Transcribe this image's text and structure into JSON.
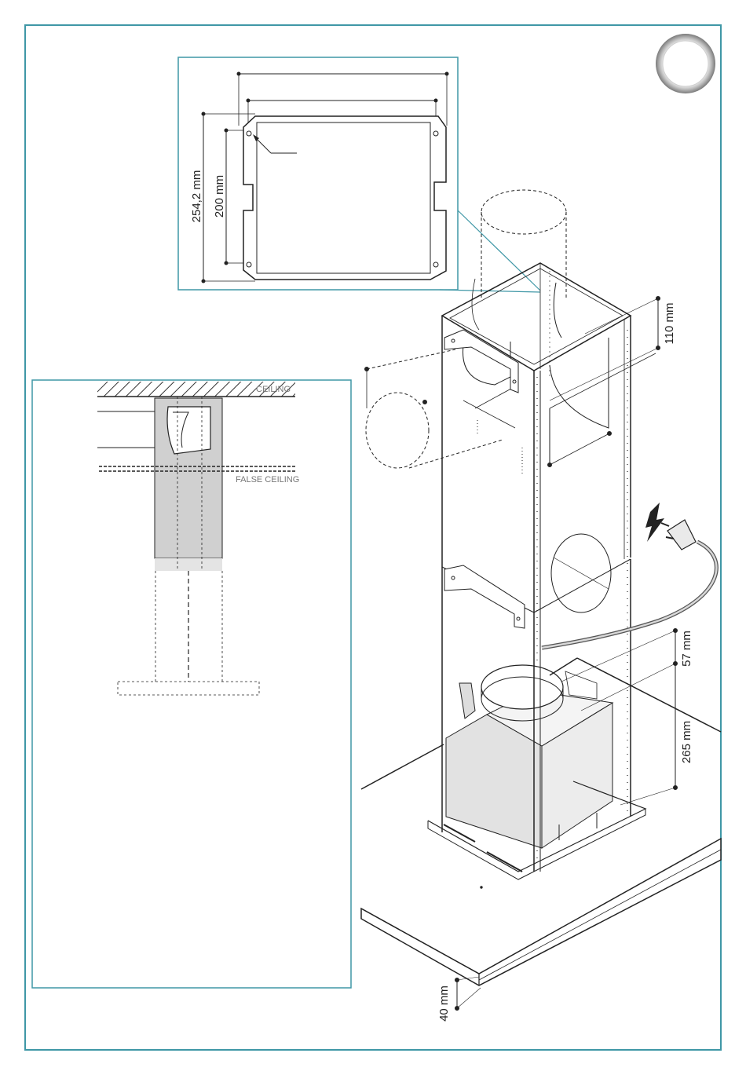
{
  "colors": {
    "frame": "#3f97a6",
    "line": "#222222",
    "shade": "#d0d0d0",
    "hatch": "#333333"
  },
  "top_detail": {
    "dim_height_outer": "254,2 mm",
    "dim_height_inner": "200 mm"
  },
  "side_detail": {
    "ceiling_label": "CEILING",
    "false_ceiling_label": "FALSE CEILING"
  },
  "main_view": {
    "dim_110": "110 mm",
    "dim_57": "57 mm",
    "dim_265": "265 mm",
    "dim_40": "40 mm"
  },
  "icons": [
    "step-circle-icon",
    "lightning-icon",
    "power-plug-icon"
  ]
}
